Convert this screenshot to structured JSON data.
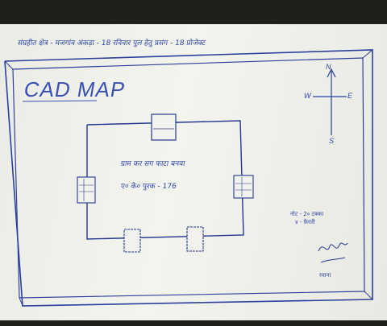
{
  "header": {
    "text": "संग्रहीत क्षेत्र - मजगांव अंकड़ा - 18 रविवार पुल हेतु प्रसंग - 18 प्रोजेक्ट"
  },
  "map": {
    "title": "CAD MAP",
    "center_text": [
      "ग्राम कर सग फाटा बनवा",
      "ए० के० पुरक - 176"
    ],
    "compass": {
      "north": "N",
      "west": "W",
      "east": "E",
      "south": "S"
    },
    "note": [
      "नोट - 2० टक्का",
      "४ - फ़ैरती"
    ],
    "signature_note": "रवाना"
  }
}
